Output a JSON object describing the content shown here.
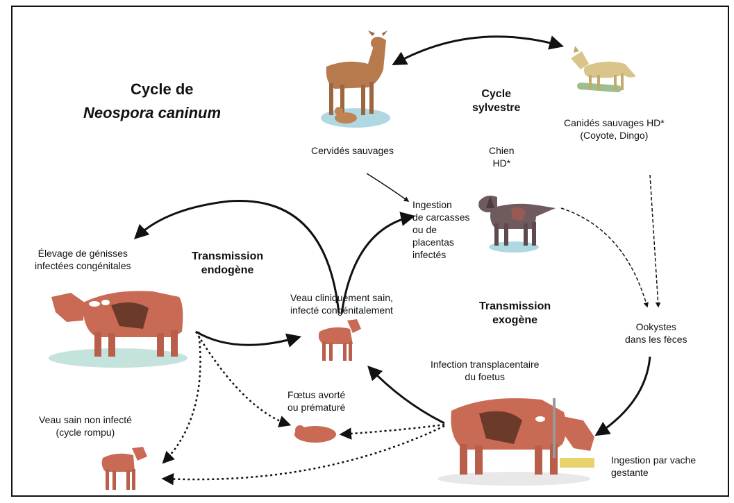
{
  "title": {
    "line1": "Cycle de",
    "line2": "Neospora caninum"
  },
  "labels": {
    "cycle_sylvestre": [
      "Cycle",
      "sylvestre"
    ],
    "cervides": "Cervidés sauvages",
    "canides": [
      "Canidés sauvages HD*",
      "(Coyote, Dingo)"
    ],
    "chien": [
      "Chien",
      "HD*"
    ],
    "ingestion_carcasses": [
      "Ingestion",
      "de carcasses",
      "ou de",
      "placentas",
      "infectés"
    ],
    "elevage": [
      "Élevage de génisses",
      "infectées congénitales"
    ],
    "transmission_endogene": [
      "Transmission",
      "endogène"
    ],
    "veau_sain_infecte": [
      "Veau cliniquement sain,",
      "infecté congénitalement"
    ],
    "transmission_exogene": [
      "Transmission",
      "exogène"
    ],
    "ookystes": [
      "Ookystes",
      "dans les fèces"
    ],
    "infection_transplacentaire": [
      "Infection transplacentaire",
      "du foetus"
    ],
    "foetus": [
      "Fœtus avorté",
      "ou prématuré"
    ],
    "veau_non_infecte": [
      "Veau sain non infecté",
      "(cycle rompu)"
    ],
    "ingestion_vache": [
      "Ingestion par vache",
      "gestante"
    ]
  },
  "colors": {
    "cow": "#c96a55",
    "cow_dark": "#6b3a2a",
    "deer": "#b77a4d",
    "dog": "#6f5a5e",
    "grass": "#8fc7d6",
    "coyote": "#d9c48a"
  }
}
